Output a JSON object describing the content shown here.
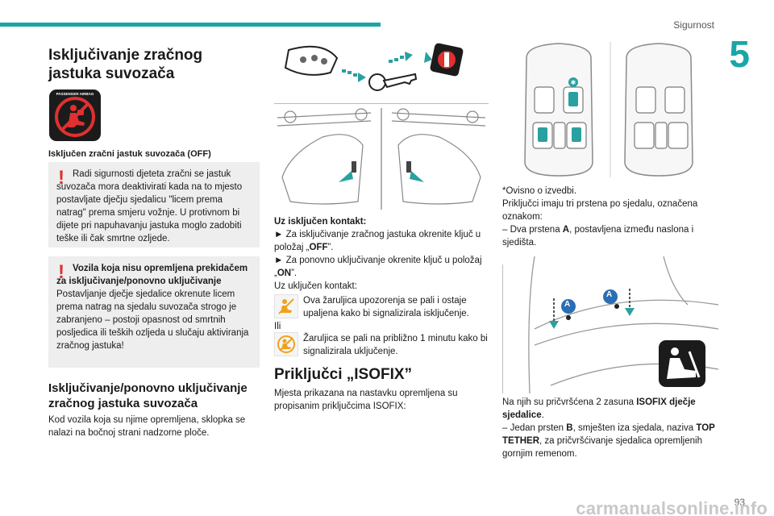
{
  "header": {
    "section": "Sigurnost",
    "chapter": "5",
    "page": "93",
    "watermark": "carmanualsonline.info"
  },
  "col1": {
    "title": "Isključivanje zračnog jastuka suvozača",
    "badge_text": "PASSENGER AIRBAG",
    "caption": "Isključen zračni jastuk suvozača (OFF)",
    "note1": "Radi sigurnosti djeteta zračni se jastuk suvozača mora deaktivirati kada na to mjesto postavljate dječju sjedalicu \"licem prema natrag\" prema smjeru vožnje. U protivnom bi dijete pri napuhavanju jastuka moglo zadobiti teške ili čak smrtne ozljede.",
    "note2_title": "Vozila koja nisu opremljena prekidačem za isključivanje/ponovno uključivanje",
    "note2_body": "Postavljanje dječje sjedalice okrenute licem prema natrag na sjedalu suvozača strogo je zabranjeno – postoji opasnost od smrtnih posljedica ili teških ozljeda u slučaju aktiviranja zračnog jastuka!",
    "subtitle": "Isključivanje/ponovno uključivanje zračnog jastuka suvozača",
    "body": "Kod vozila koja su njime opremljena, sklopka se nalazi na bočnoj strani nadzorne ploče."
  },
  "col2": {
    "ignition_off": "Uz isključen kontakt:",
    "step1_a": "► Za isključivanje zračnog jastuka okrenite ključ u položaj „",
    "step1_b": "OFF",
    "step1_c": "”.",
    "step2_a": "► Za ponovno uključivanje okrenite ključ u položaj „",
    "step2_b": "ON",
    "step2_c": "”.",
    "ignition_on": "Uz uključen kontakt:",
    "lamp1_text": "Ova žaruljica upozorenja se pali i ostaje upaljena kako bi signalizirala isključenje.",
    "or": "Ili",
    "lamp2_text": "Žaruljica se pali na približno 1 minutu kako bi signalizirala uključenje.",
    "isofix_title": "Priključci „ISOFIX”",
    "isofix_body": "Mjesta prikazana na nastavku opremljena su propisanim priključcima ISOFIX:"
  },
  "col3": {
    "footnote": "*Ovisno o izvedbi.",
    "p1": "Priključci imaju tri prstena po sjedalu, označena oznakom:",
    "p2_a": "– Dva prstena ",
    "p2_b": "A",
    "p2_c": ", postavljena između naslona i sjedišta.",
    "label_a": "A",
    "p3_a": "Na njih su pričvršćena 2 zasuna ",
    "p3_b": "ISOFIX dječje sjedalice",
    "p3_c": ".",
    "p4_a": "– Jedan prsten ",
    "p4_b": "B",
    "p4_c": ", smješten iza sjedala, naziva ",
    "p4_d": "TOP TETHER",
    "p4_e": ", za pričvršćivanje sjedalica opremljenih gornjim remenom."
  },
  "colors": {
    "accent": "#1aa6a6",
    "warning": "#e03030",
    "note_bg": "#eeeeee",
    "isofix_blue": "#2a6fb5"
  }
}
